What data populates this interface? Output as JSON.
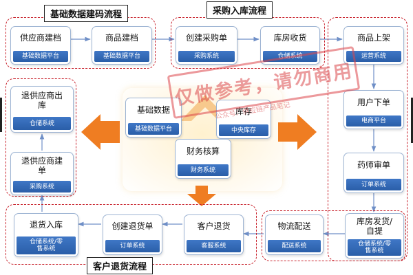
{
  "regions": {
    "master_data": {
      "title": "基础数据建码流程"
    },
    "procurement": {
      "title": "采购入库流程"
    },
    "returns": {
      "title": "客户退货流程"
    }
  },
  "nodes": {
    "supplier_profile": {
      "title": "供应商建档",
      "system": "基础数据平台"
    },
    "product_profile": {
      "title": "商品建档",
      "system": "基础数据平台"
    },
    "create_po": {
      "title": "创建采购单",
      "system": "采购系统"
    },
    "warehouse_receipt": {
      "title": "库房收货",
      "system": "仓储系统"
    },
    "product_listing": {
      "title": "商品上架",
      "system": "运营系统"
    },
    "user_order": {
      "title": "用户下单",
      "system": "电商平台"
    },
    "pharmacist_review": {
      "title": "药师审单",
      "system": "订单系统"
    },
    "warehouse_dispatch": {
      "title": "库房发货/自提",
      "system": "仓储系统/零售系统"
    },
    "logistics": {
      "title": "物流配送",
      "system": "配送系统"
    },
    "customer_return": {
      "title": "客户退货",
      "system": "客服系统"
    },
    "create_return_order": {
      "title": "创建退货单",
      "system": "订单系统"
    },
    "return_inbound": {
      "title": "退货入库",
      "system": "仓储系统/零售系统"
    },
    "return_to_supplier_order": {
      "title": "退供应商建单",
      "system": "采购系统"
    },
    "return_to_supplier_outbound": {
      "title": "退供应商出库",
      "system": "仓储系统"
    },
    "hub_master_data": {
      "title": "基础数据",
      "system": "基础数据平台"
    },
    "hub_inventory": {
      "title": "库存",
      "system": "中央库存"
    },
    "hub_accounting": {
      "title": "财务核算",
      "system": "财务系统"
    }
  },
  "watermark": {
    "main": "仅做参考，请勿商用",
    "sub": "公众号：供应链产品笔记"
  },
  "colors": {
    "region_border": "#c8202a",
    "node_border": "#9db4d3",
    "system_bar": "#3f77c6",
    "connector": "#6f8fc7",
    "hub_arrow": "#ef7d22"
  }
}
